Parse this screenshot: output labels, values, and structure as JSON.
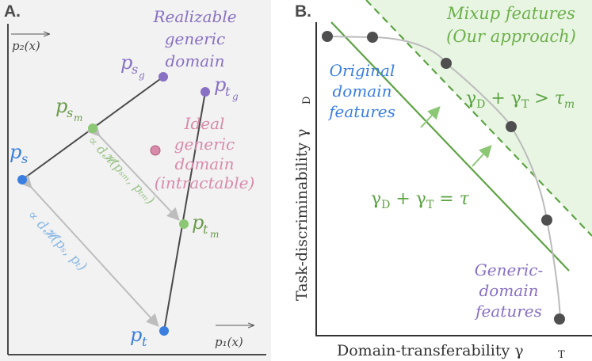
{
  "panel_a": {
    "letter": "A.",
    "axis_y": "p₂(x)",
    "axis_x": "p₁(x)",
    "realizable": [
      "Realizable",
      "generic",
      "domain"
    ],
    "ideal": [
      "Ideal",
      "generic",
      "domain",
      "(intractable)"
    ],
    "p_sg": {
      "base": "p",
      "sub": "s",
      "subsub": "g"
    },
    "p_tg": {
      "base": "p",
      "sub": "t",
      "subsub": "g"
    },
    "p_sm": {
      "base": "p",
      "sub": "s",
      "subsub": "m"
    },
    "p_tm": {
      "base": "p",
      "sub": "t",
      "subsub": "m"
    },
    "p_s": {
      "base": "p",
      "sub": "s"
    },
    "p_t": {
      "base": "p",
      "sub": "t"
    },
    "dist_green": "∝ d𝓗(pₛₘ, pₜₘ)",
    "dist_blue": "∝ d𝓗(pₛ, pₜ)",
    "colors": {
      "blue": "#3a7fe0",
      "green": "#6cb04a",
      "purple": "#8870c4",
      "pink": "#d88aaa",
      "line": "#4a4a4a",
      "bg": "#f2f2f2"
    }
  },
  "panel_b": {
    "letter": "B.",
    "ylabel": "Task-discriminability γ",
    "ylabel_sub": "D",
    "xlabel": "Domain-transferability γ",
    "xlabel_sub": "T",
    "mixup": [
      "Mixup features",
      "(Our approach)"
    ],
    "original": [
      "Original",
      "domain",
      "features"
    ],
    "generic": [
      "Generic-",
      "domain",
      "features"
    ],
    "eq_tau": "γ_D + γ_T = τ",
    "eq_taum": "γ_D + γ_T > τ_m",
    "colors": {
      "green": "#5da344",
      "fill": "#e8f5e3",
      "blue": "#3a7fe0",
      "purple": "#8870c4",
      "dots": "#4f4f4f",
      "curve": "#bbbbbb"
    }
  }
}
